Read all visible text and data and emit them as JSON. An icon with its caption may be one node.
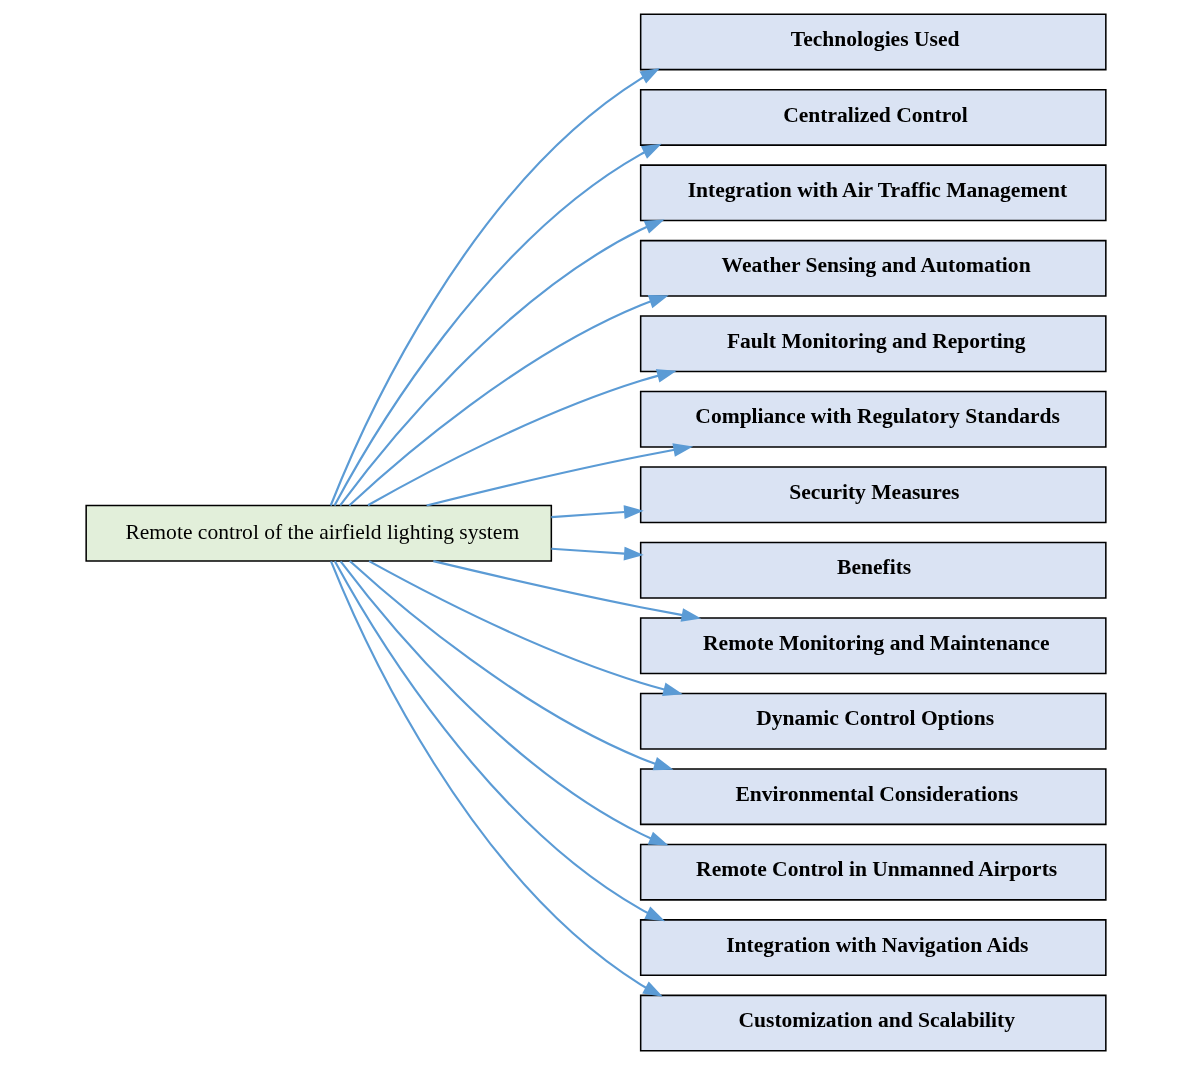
{
  "diagram": {
    "nodes": [
      {
        "text": [
          "Remote control of the airfield lighting system"
        ]
      },
      {
        "text": [
          "Technologies Used"
        ]
      },
      {
        "text": [
          "Centralized Control"
        ]
      },
      {
        "text": [
          "Integration with Air Traffic Management"
        ]
      },
      {
        "text": [
          "Weather Sensing and Automation"
        ]
      },
      {
        "text": [
          "Fault Monitoring and Reporting"
        ]
      },
      {
        "text": [
          "Compliance with Regulatory Standards"
        ]
      },
      {
        "text": [
          "Security Measures"
        ]
      },
      {
        "text": [
          "Benefits"
        ]
      },
      {
        "text": [
          "Remote Monitoring and Maintenance"
        ]
      },
      {
        "text": [
          "Dynamic Control Options"
        ]
      },
      {
        "text": [
          "Environmental Considerations"
        ]
      },
      {
        "text": [
          "Remote Control in Unmanned Airports"
        ]
      },
      {
        "text": [
          "Integration with Navigation Aids"
        ]
      },
      {
        "text": [
          "Customization and Scalability"
        ]
      }
    ],
    "edges": [
      {
        "from": 0,
        "to": 1,
        "arrow": "to"
      },
      {
        "from": 0,
        "to": 2,
        "arrow": "to"
      },
      {
        "from": 0,
        "to": 3,
        "arrow": "to"
      },
      {
        "from": 0,
        "to": 4,
        "arrow": "to"
      },
      {
        "from": 0,
        "to": 5,
        "arrow": "to"
      },
      {
        "from": 0,
        "to": 6,
        "arrow": "to"
      },
      {
        "from": 0,
        "to": 7,
        "arrow": "to"
      },
      {
        "from": 0,
        "to": 8,
        "arrow": "to"
      },
      {
        "from": 0,
        "to": 9,
        "arrow": "to"
      },
      {
        "from": 0,
        "to": 10,
        "arrow": "to"
      },
      {
        "from": 0,
        "to": 11,
        "arrow": "to"
      },
      {
        "from": 0,
        "to": 12,
        "arrow": "to"
      },
      {
        "from": 0,
        "to": 13,
        "arrow": "to"
      },
      {
        "from": 0,
        "to": 14,
        "arrow": "to"
      }
    ]
  }
}
